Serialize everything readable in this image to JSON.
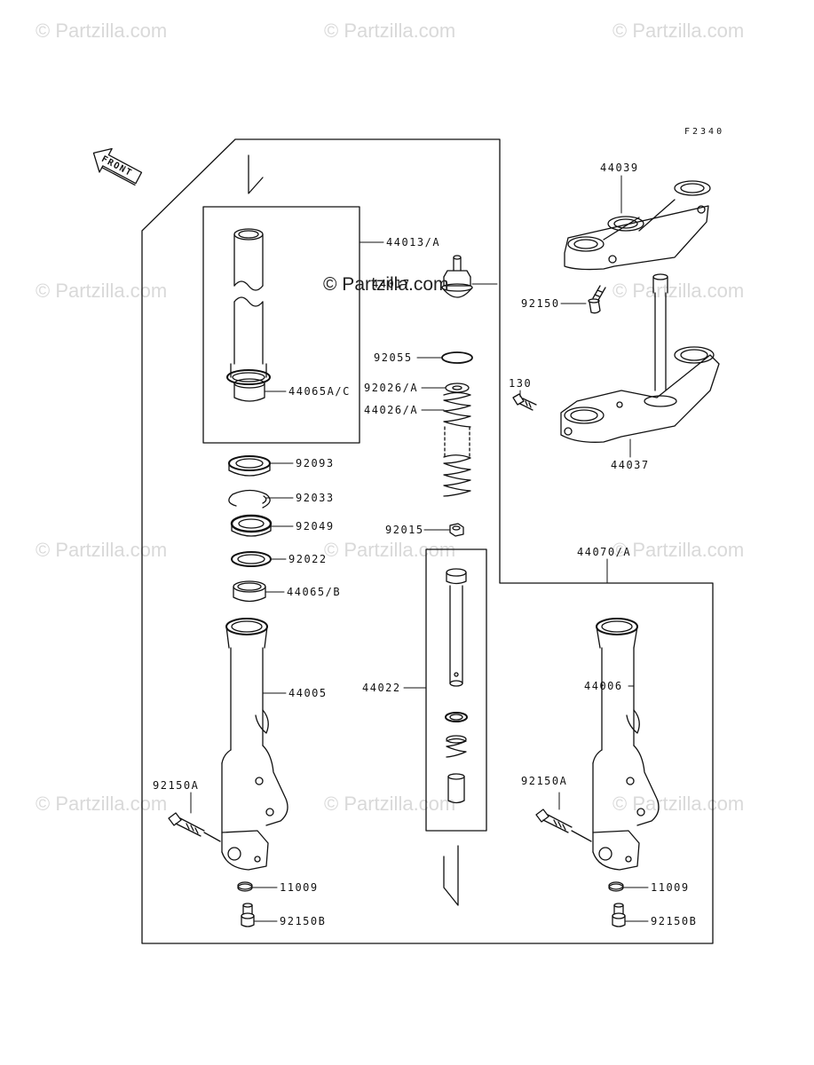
{
  "watermark": "© Partzilla.com",
  "figure_code": "F2340",
  "front_label": "FRONT",
  "parts": {
    "p44013": "44013/A",
    "p44017": "44017",
    "p92055": "92055",
    "p92026": "92026/A",
    "p44026": "44026/A",
    "p44065ac": "44065A/C",
    "p92093": "92093",
    "p92033": "92033",
    "p92049": "92049",
    "p92015": "92015",
    "p92022": "92022",
    "p44065b": "44065/B",
    "p44005": "44005",
    "p44022": "44022",
    "p92150a_l": "92150A",
    "p11009_l": "11009",
    "p92150b_l": "92150B",
    "p44039": "44039",
    "p92150": "92150",
    "p130": "130",
    "p44037": "44037",
    "p44070": "44070/A",
    "p44006": "44006",
    "p92150a_r": "92150A",
    "p11009_r": "11009",
    "p92150b_r": "92150B"
  }
}
